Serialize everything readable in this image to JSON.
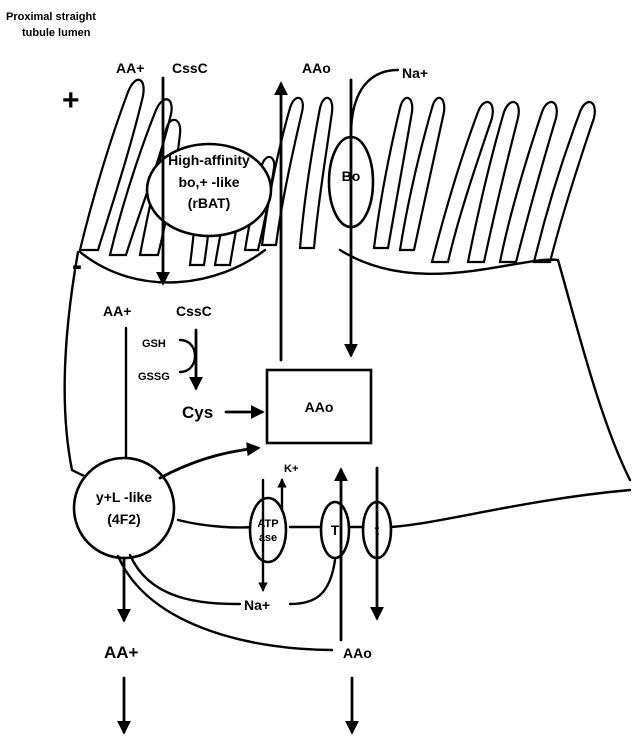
{
  "header": {
    "line1": "Proximal straight",
    "line2": "tubule lumen"
  },
  "lumen": {
    "aa_plus": "AA+",
    "cssc": "CssC",
    "aa_zero": "AAo",
    "na_plus": "Na+",
    "plus_sign": "+",
    "minus_sign": "-"
  },
  "transporters": {
    "rbat": {
      "line1": "High-affinity",
      "line2": "bo,+ -like",
      "line3": "(rBAT)"
    },
    "b0": "Bo",
    "y_l": {
      "line1": "y+L -like",
      "line2": "(4F2)"
    },
    "atpase": {
      "line1": "ATP",
      "line2": "ase"
    },
    "t_upper": "T",
    "t_lower": "t"
  },
  "cell": {
    "aa_plus": "AA+",
    "cssc": "CssC",
    "gsh": "GSH",
    "gssg": "GSSG",
    "cys": "Cys",
    "pool": "AAo",
    "k_plus": "K+",
    "na_plus": "Na+"
  },
  "blood": {
    "aa_plus": "AA+",
    "aa_zero": "AAo"
  }
}
